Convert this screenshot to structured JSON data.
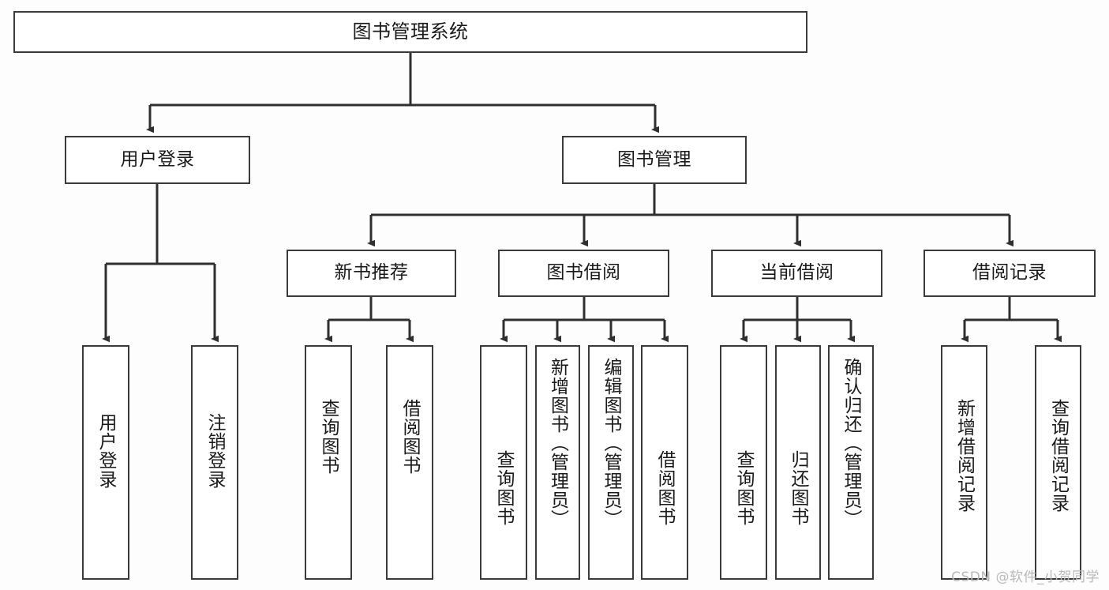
{
  "diagram": {
    "title": "图书管理系统",
    "type": "hierarchy-tree",
    "watermark": "CSDN @软件_小贺同学",
    "colors": {
      "box_border": "#3a3a3a",
      "box_fill": "#ffffff",
      "edge": "#2f2f2f",
      "canvas": "#fdfdfd",
      "watermark_text": "#b9b9b9"
    },
    "levels": {
      "root": {
        "label": "图书管理系统"
      },
      "level2": [
        {
          "label": "用户登录"
        },
        {
          "label": "图书管理"
        }
      ],
      "level3": [
        {
          "label": "新书推荐"
        },
        {
          "label": "图书借阅"
        },
        {
          "label": "当前借阅"
        },
        {
          "label": "借阅记录"
        }
      ],
      "leaves": {
        "user_login": [
          {
            "label": "用户登录"
          },
          {
            "label": "注销登录"
          }
        ],
        "new_book_recommend": [
          {
            "label": "查询图书"
          },
          {
            "label": "借阅图书"
          }
        ],
        "book_borrow": [
          {
            "label": "查询图书"
          },
          {
            "label": "新增图书（管理员）"
          },
          {
            "label": "编辑图书（管理员）"
          },
          {
            "label": "借阅图书"
          }
        ],
        "current_borrow": [
          {
            "label": "查询图书"
          },
          {
            "label": "归还图书"
          },
          {
            "label": "确认归还（管理员）"
          }
        ],
        "borrow_record": [
          {
            "label": "新增借阅记录"
          },
          {
            "label": "查询借阅记录"
          }
        ]
      }
    }
  }
}
